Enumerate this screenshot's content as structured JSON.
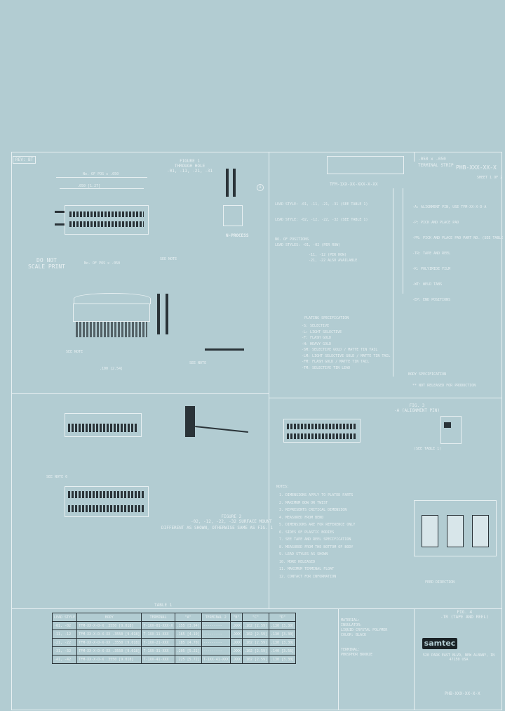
{
  "title_block": {
    "part_no": "PHB-XXX-XX-X",
    "description_line1": ".050 x .050",
    "description_line2": "TERMINAL STRIP",
    "sheet": "SHEET 1 OF 2",
    "company": "samtec",
    "address": "520 PARK EAST BLVD, NEW ALBANY, IN 47150 USA",
    "material_heading": "MATERIAL:",
    "insulator_label": "INSULATOR:",
    "insulator_value": "LIQUID CRYSTAL POLYMER",
    "insulator_color": "COLOR: BLACK",
    "terminal_label": "TERMINAL:",
    "terminal_value": "PHOSPHOR BRONZE",
    "dwg_no": "PHB-XXX-XX-X-X"
  },
  "rev_box": "REV: BT",
  "do_not_scale": [
    "DO NOT",
    "SCALE PRINT"
  ],
  "figure1": {
    "title": "FIGURE 1",
    "subtitle": "THROUGH HOLE",
    "variants": "-01, -11, -21, -31"
  },
  "n_process_label": "N-PROCESS",
  "part_code": "TFM-1XX-XX-XXX-X-XX",
  "lead_style_lines": [
    "LEAD STYLE: -01, -11, -21, -31 (SEE TABLE 1)",
    "LEAD STYLE: -02, -12, -22, -32 (SEE TABLE 1)",
    "NO. OF POSITIONS",
    "LEAD STYLES: -01, -02 (PER ROW)",
    "-11, -12 (PER ROW)",
    "-21, -22 ALSO AVAILABLE"
  ],
  "plating_heading": "PLATING SPECIFICATION",
  "plating_options": [
    "-S: SELECTIVE",
    "-L: LIGHT SELECTIVE",
    "-F: FLASH GOLD",
    "-H: HEAVY GOLD",
    "-SM: SELECTIVE GOLD / MATTE TIN TAIL",
    "-LM: LIGHT SELECTIVE GOLD / MATTE TIN TAIL",
    "-FM: FLASH GOLD / MATTE TIN TAIL",
    "-TM: SELECTIVE TIN LEAD"
  ],
  "options_right": [
    "-A: ALIGNMENT PIN, USE TFM-XX-X-D-A",
    "-P: PICK AND PLACE PAD",
    "-PR: PICK AND PLACE PAD PART NO. (SEE TABLE 1)",
    "-TR: TAPE AND REEL",
    "-K: POLYIMIDE FILM",
    "-WT: WELD TABS",
    "-EP: END POSITIONS"
  ],
  "not_released": "** NOT RELEASED FOR PRODUCTION",
  "body_spec": "BODY SPECIFICATION",
  "figure2": {
    "title": "FIGURE 2",
    "subtitle": "-02, -12, -22, -32 SURFACE MOUNT",
    "note": "DIFFERENT AS SHOWN, OTHERWISE SAME AS FIG. 1"
  },
  "figure3": {
    "title": "FIG. 3",
    "subtitle": "-A (ALIGNMENT PIN)"
  },
  "figure4": {
    "title": "FIG. 4",
    "subtitle": "-TR (TAPE AND REEL)"
  },
  "notes_heading": "NOTES:",
  "notes": [
    "1. DIMENSIONS APPLY TO PLATED PARTS",
    "2. MAXIMUM BOW OR TWIST",
    "3. REPRESENTS CRITICAL DIMENSION",
    "4. MEASURED FROM BEND",
    "5. DIMENSIONS ARE FOR REFERENCE ONLY",
    "6. SIDES OF PLASTIC BODIES",
    "7. SEE TAPE AND REEL SPECIFICATION",
    "8. MEASURED FROM THE BOTTOM OF BODY",
    "9. LEAD STYLES AS SHOWN",
    "10. MORE RELEASED",
    "11. MAXIMUM TERMINAL FLOAT",
    "12. CONTACT FOR INFORMATION"
  ],
  "table1": {
    "title": "TABLE 1",
    "headers": [
      "LEAD STYLE",
      "BODY",
      "TERMINAL",
      "\"A\"",
      "TERMINAL 2",
      "\"B\"",
      "\"C\"",
      "\"D\""
    ],
    "rows": [
      [
        "-01, -02",
        "TFM-XX-X-D-X .3550 [9.018]",
        "T-1XX-01-XXX-X",
        ".155 [3.94]",
        "---------",
        ".XXX",
        ".102 [2.59]",
        ".130 [3.30]"
      ],
      [
        "-11, -12",
        "TFM-XX-X-D-X-XX .3550 [9.018]",
        "T-1XX-11-XXX",
        ".165 [4.19]",
        "---------",
        ".XXX",
        ".102 [2.59]",
        ".130 [3.30]"
      ],
      [
        "-21, -22",
        "TFM-XX-X-D-X-XX .3550 [9.018]",
        "T-1XX-21-XXX",
        ".185 [4.70]",
        "---------",
        ".XXX",
        ".102 [2.59]",
        ".130 [3.30]"
      ],
      [
        "-31, -32",
        "TFM-XX-X-D-X-XX .3550 [9.018]",
        "T-1XX-31-XXX",
        ".205 [5.21]",
        "---------",
        ".XXX",
        ".102 [2.59]",
        ".140 [3.56]"
      ],
      [
        "-41, -42",
        "TFM-XX-X-D-X .3550 [9.018]",
        "T-1XX-41-XXX",
        ".225 [5.72]",
        "T-1XX-41-XXX",
        ".XXX",
        ".102 [2.59]",
        ".130 [3.30]"
      ]
    ]
  },
  "labels": {
    "no_of_pos": "No. OF POS x .050",
    "see_note": "SEE NOTE",
    "see_note_6": "SEE NOTE 6",
    "see_table": "(SEE TABLE 1)",
    "feed_direction": "FEED DIRECTION",
    "dim_050": ".050 [1.27]",
    "dim_100": ".100 [2.54]"
  }
}
